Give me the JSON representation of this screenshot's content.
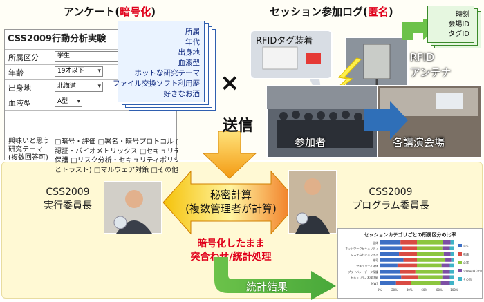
{
  "questionnaire": {
    "heading": "アンケート(",
    "heading_red": "暗号化",
    "heading_end": ")",
    "form_title": "CSS2009行動分析実験",
    "rows": [
      {
        "label": "所属区分",
        "value": "学生"
      },
      {
        "label": "年齢",
        "value": "19才以下"
      },
      {
        "label": "出身地",
        "value": "北海道"
      },
      {
        "label": "血液型",
        "value": "A型"
      }
    ],
    "interest_label": "興味いと思う研究テーマ(複数回答可)",
    "interest_options": [
      "□暗号・評価 □署名・暗号プロトコル □",
      "認証・バイオメトリックス □セキュリティ設",
      "保護 □リスク分析・セキュリティポリシー",
      "とトラスト) □マルウェア対策 □その他"
    ],
    "fields": [
      "所属",
      "年代",
      "出身地",
      "血液型",
      "ホットな研究テーマ",
      "ファイル交換ソフト利用歴",
      "好きなお酒"
    ]
  },
  "multiply_sign": "×",
  "session_log": {
    "heading": "セッション参加ログ(",
    "heading_red": "匿名",
    "heading_end": ")",
    "rfid_tag_label": "RFIDタグ装着",
    "antenna_label_line1": "RFID",
    "antenna_label_line2": "アンテナ",
    "participants_label": "参加者",
    "venues_label": "各講演会場",
    "log_fields": [
      "時刻",
      "会場ID",
      "タグID"
    ]
  },
  "send_label": "送信",
  "secure_computation": {
    "line1": "秘密計算",
    "line2": "(複数管理者が計算)"
  },
  "left_person": {
    "line1": "CSS2009",
    "line2": "実行委員長"
  },
  "right_person": {
    "line1": "CSS2009",
    "line2": "プログラム委員長"
  },
  "encrypted_processing": {
    "line1": "暗号化したまま",
    "line2": "突合わせ/統計処理"
  },
  "stats_label": "統計結果",
  "colors": {
    "red": "#e0001b",
    "orange": "#f7a21b",
    "green": "#6cc24a",
    "blue": "#2f6fb8"
  },
  "chart_data": {
    "type": "bar",
    "orientation": "horizontal-stacked",
    "title": "セッションカテゴリごとの所属区分の比率",
    "categories": [
      "全体",
      "ネットワークセキュリティ",
      "システムセキュリティ",
      "暗号",
      "セキュリティ評価",
      "プライバシーデータ保護",
      "セキュリティ基盤技術",
      "MWS"
    ],
    "series": [
      {
        "name": "学生",
        "color": "#3d6fc4",
        "values": [
          28,
          30,
          26,
          32,
          24,
          27,
          29,
          22
        ]
      },
      {
        "name": "教員",
        "color": "#d94b43",
        "values": [
          22,
          20,
          24,
          18,
          26,
          21,
          23,
          20
        ]
      },
      {
        "name": "企業",
        "color": "#8cc63f",
        "values": [
          35,
          34,
          36,
          38,
          33,
          36,
          32,
          40
        ]
      },
      {
        "name": "公務員/独立行政法人",
        "color": "#7d4fa5",
        "values": [
          10,
          10,
          9,
          8,
          11,
          10,
          10,
          12
        ]
      },
      {
        "name": "その他",
        "color": "#3fb3c7",
        "values": [
          5,
          6,
          5,
          4,
          6,
          6,
          6,
          6
        ]
      }
    ],
    "xlim": [
      0,
      100
    ],
    "xticks": [
      "0%",
      "20%",
      "40%",
      "60%",
      "80%",
      "100%"
    ]
  }
}
